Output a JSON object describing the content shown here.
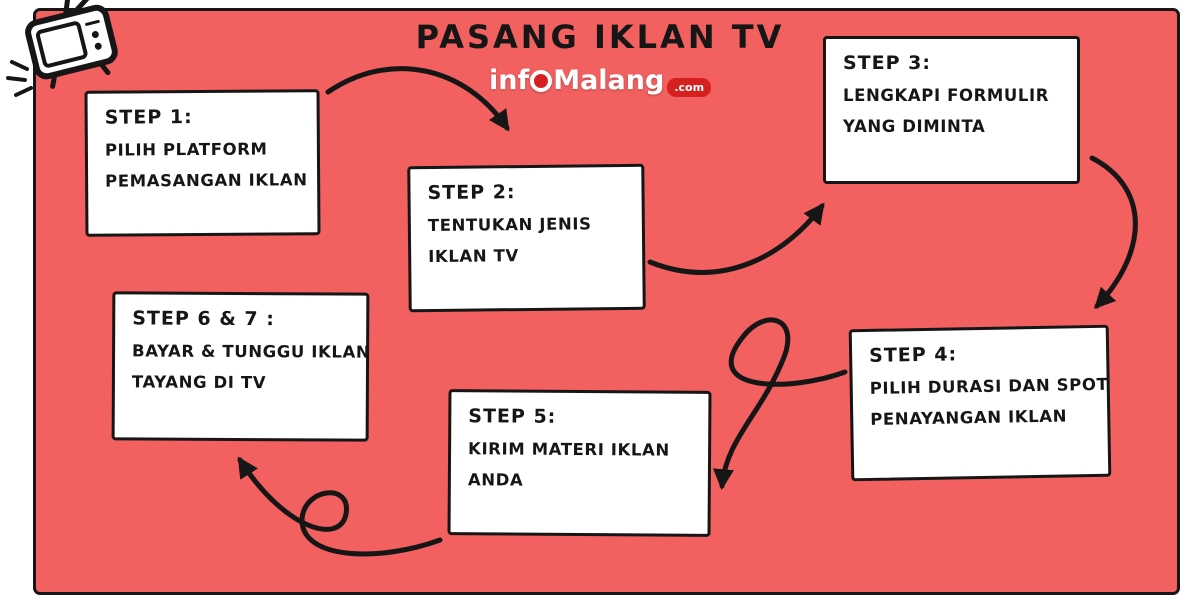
{
  "title": "PASANG IKLAN TV",
  "logo": {
    "part1": "inf",
    "part2": "Malang",
    "badge": ".com"
  },
  "colors": {
    "board_red": "#F26060",
    "ink_black": "#161616",
    "logo_red": "#D6201F",
    "box_white": "#FFFFFF"
  },
  "steps": [
    {
      "title": "STEP 1:",
      "lines": [
        "PILIH PLATFORM",
        "PEMASANGAN IKLAN"
      ]
    },
    {
      "title": "STEP 2:",
      "lines": [
        "TENTUKAN JENIS",
        "IKLAN TV"
      ]
    },
    {
      "title": "STEP 3:",
      "lines": [
        "LENGKAPI FORMULIR",
        "YANG DIMINTA"
      ]
    },
    {
      "title": "STEP 4:",
      "lines": [
        "PILIH DURASI DAN SPOT",
        "PENAYANGAN IKLAN"
      ]
    },
    {
      "title": "STEP 5:",
      "lines": [
        "KIRIM MATERI IKLAN",
        "ANDA"
      ]
    },
    {
      "title": "STEP 6 & 7 :",
      "lines": [
        "BAYAR & TUNGGU IKLAN",
        "TAYANG DI TV"
      ]
    }
  ],
  "icons": {
    "tv": "tv-icon",
    "arrows": [
      "arrow-step1-step2",
      "arrow-step2-step3",
      "arrow-step3-step4",
      "arrow-step4-step5",
      "arrow-step5-step67"
    ]
  }
}
